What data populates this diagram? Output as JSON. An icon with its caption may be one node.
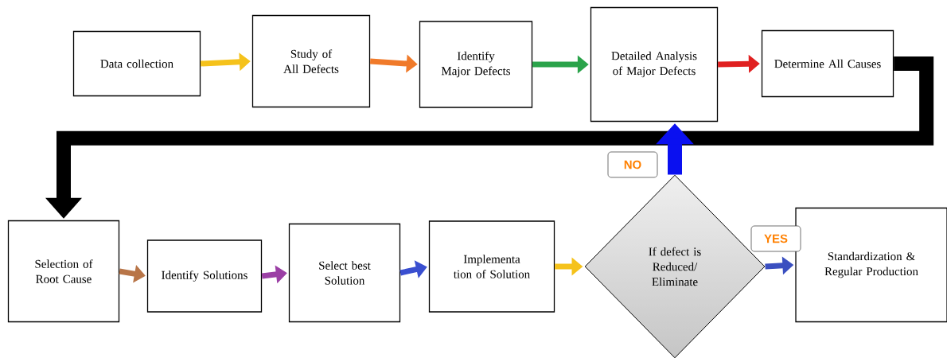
{
  "diagram": {
    "nodes": [
      {
        "text": [
          "Data collection"
        ]
      },
      {
        "text": [
          "Study of All Defects"
        ]
      },
      {
        "text": [
          "Identify Major Defects"
        ]
      },
      {
        "text": [
          "Detailed Analysis of Major Defects"
        ]
      },
      {
        "text": [
          "Determine All Causes"
        ]
      },
      {
        "text": [
          "Selection of Root Cause"
        ]
      },
      {
        "text": [
          "Identify Solutions"
        ]
      },
      {
        "text": [
          "Select best Solution"
        ]
      },
      {
        "text": [
          "Implementa tion of Solution"
        ]
      },
      {
        "text": [
          "If defect is Reduced/ Eliminate"
        ]
      },
      {
        "text": [
          "Standardization & Regular Production"
        ]
      }
    ],
    "edges": [
      {
        "from": 0,
        "to": 1,
        "arrow": "to",
        "color": "#f5c21b"
      },
      {
        "from": 1,
        "to": 2,
        "arrow": "to",
        "color": "#f07a2a"
      },
      {
        "from": 2,
        "to": 3,
        "arrow": "to",
        "color": "#2aa34a"
      },
      {
        "from": 3,
        "to": 4,
        "arrow": "to",
        "color": "#e02020"
      },
      {
        "from": 4,
        "to": 5,
        "arrow": "to",
        "style": "thick",
        "color": "#000000"
      },
      {
        "from": 5,
        "to": 6,
        "arrow": "to",
        "color": "#b87548"
      },
      {
        "from": 6,
        "to": 7,
        "arrow": "to",
        "color": "#9b3fa5"
      },
      {
        "from": 7,
        "to": 8,
        "arrow": "to",
        "color": "#3a4fd0"
      },
      {
        "from": 8,
        "to": 9,
        "arrow": "to",
        "color": "#f5c21b"
      },
      {
        "from": 9,
        "to": 3,
        "arrow": "to",
        "label": "NO",
        "style": "thick",
        "color": "#0a10f0"
      },
      {
        "from": 9,
        "to": 10,
        "arrow": "to",
        "label": "YES",
        "color": "#3a4fc0"
      }
    ]
  }
}
